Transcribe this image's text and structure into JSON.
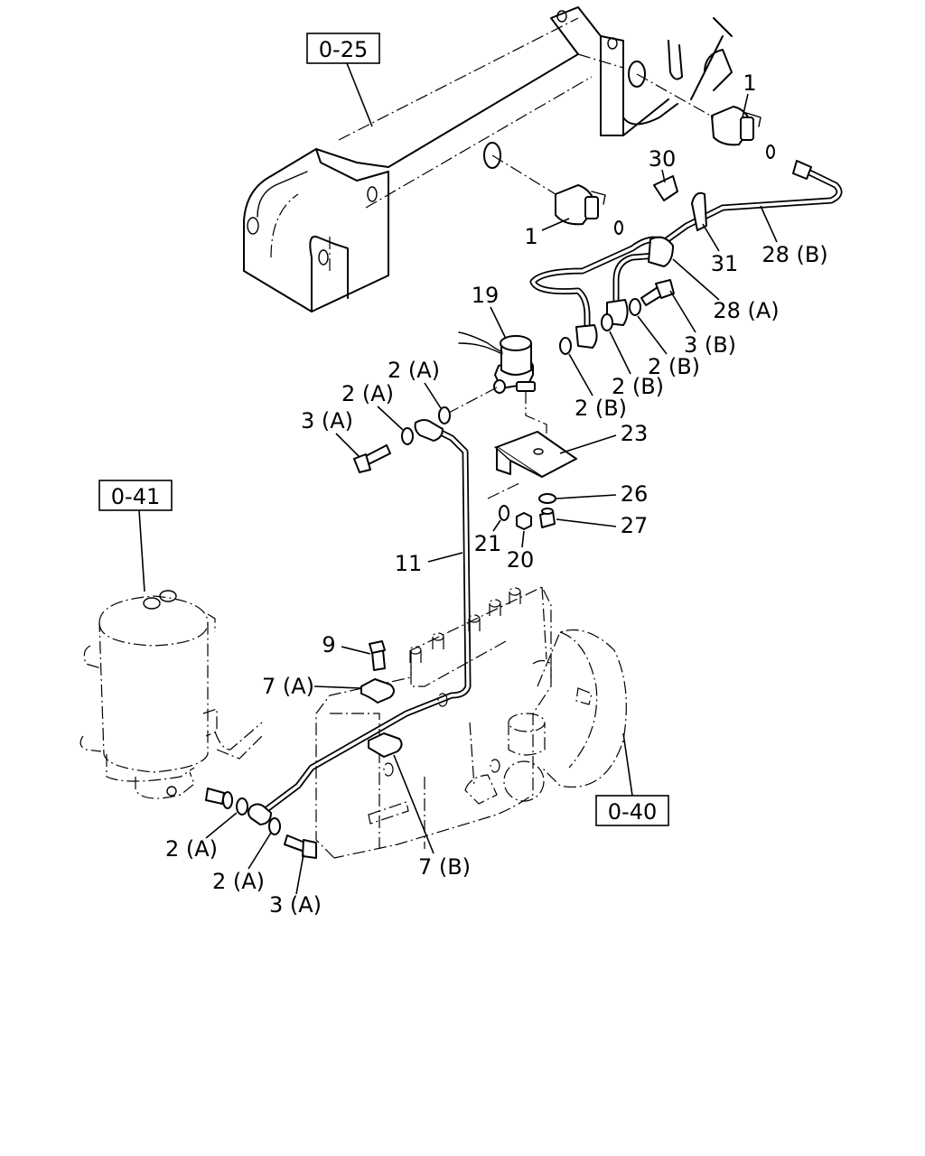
{
  "diagram": {
    "reference_boxes": {
      "ref_top": "0-25",
      "ref_left": "0-41",
      "ref_right": "0-40"
    },
    "callouts": {
      "c1_top": "1",
      "c1_mid": "1",
      "c30": "30",
      "c31": "31",
      "c28b": "28 (B)",
      "c28a": "28 (A)",
      "c19": "19",
      "c3b": "3 (B)",
      "c2b_1": "2 (B)",
      "c2b_2": "2 (B)",
      "c2b_3": "2 (B)",
      "c2a_1": "2 (A)",
      "c2a_2": "2 (A)",
      "c3a_top": "3 (A)",
      "c23": "23",
      "c26": "26",
      "c27": "27",
      "c21": "21",
      "c20": "20",
      "c11": "11",
      "c9": "9",
      "c7a": "7 (A)",
      "c7b": "7 (B)",
      "c2a_3": "2 (A)",
      "c2a_4": "2 (A)",
      "c3a_bot": "3 (A)"
    }
  }
}
